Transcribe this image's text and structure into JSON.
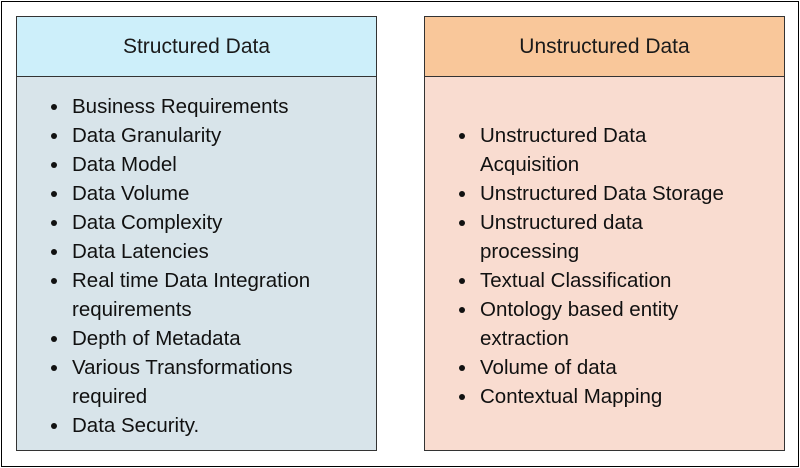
{
  "colors": {
    "structured_header_bg": "#cdeffa",
    "structured_body_bg": "#d8e4ea",
    "unstructured_header_bg": "#f9c79a",
    "unstructured_body_bg": "#f9dcd0",
    "border": "#333333",
    "text": "#111111"
  },
  "structured": {
    "title": "Structured Data",
    "items": [
      {
        "lines": [
          "Business Requirements"
        ]
      },
      {
        "lines": [
          "Data Granularity"
        ]
      },
      {
        "lines": [
          "Data Model"
        ]
      },
      {
        "lines": [
          "Data Volume"
        ]
      },
      {
        "lines": [
          "Data Complexity"
        ]
      },
      {
        "lines": [
          "Data Latencies"
        ]
      },
      {
        "lines": [
          "Real time Data Integration",
          "requirements"
        ]
      },
      {
        "lines": [
          "Depth of Metadata"
        ]
      },
      {
        "lines": [
          "Various Transformations",
          "required"
        ]
      },
      {
        "lines": [
          "Data Security."
        ]
      }
    ]
  },
  "unstructured": {
    "title": "Unstructured Data",
    "items": [
      {
        "lines": [
          "Unstructured Data",
          "Acquisition"
        ]
      },
      {
        "lines": [
          "Unstructured Data Storage"
        ]
      },
      {
        "lines": [
          "Unstructured data",
          "processing"
        ]
      },
      {
        "lines": [
          "Textual Classification"
        ]
      },
      {
        "lines": [
          "Ontology based entity",
          "extraction"
        ]
      },
      {
        "lines": [
          "Volume of data"
        ]
      },
      {
        "lines": [
          "Contextual Mapping"
        ]
      }
    ]
  }
}
